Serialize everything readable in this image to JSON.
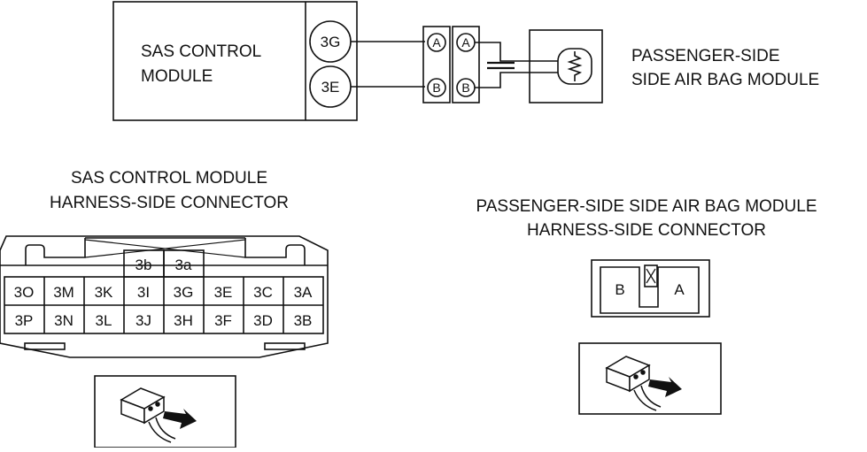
{
  "module": {
    "label_line1": "SAS CONTROL",
    "label_line2": "MODULE",
    "terminal_top": "3G",
    "terminal_bottom": "3E"
  },
  "joint": {
    "pin_a": "A",
    "pin_b": "B"
  },
  "airbag": {
    "label_line1": "PASSENGER-SIDE",
    "label_line2": "SIDE AIR BAG MODULE"
  },
  "sas_connector": {
    "title_line1": "SAS CONTROL MODULE",
    "title_line2": "HARNESS-SIDE CONNECTOR",
    "top_pins": [
      "3b",
      "3a"
    ],
    "row1": [
      "3O",
      "3M",
      "3K",
      "3I",
      "3G",
      "3E",
      "3C",
      "3A"
    ],
    "row2": [
      "3P",
      "3N",
      "3L",
      "3J",
      "3H",
      "3F",
      "3D",
      "3B"
    ]
  },
  "airbag_connector": {
    "title_line1": "PASSENGER-SIDE SIDE AIR BAG MODULE",
    "title_line2": "HARNESS-SIDE CONNECTOR",
    "pin_left": "B",
    "pin_right": "A"
  },
  "colors": {
    "line": "#111111",
    "background": "#ffffff"
  }
}
